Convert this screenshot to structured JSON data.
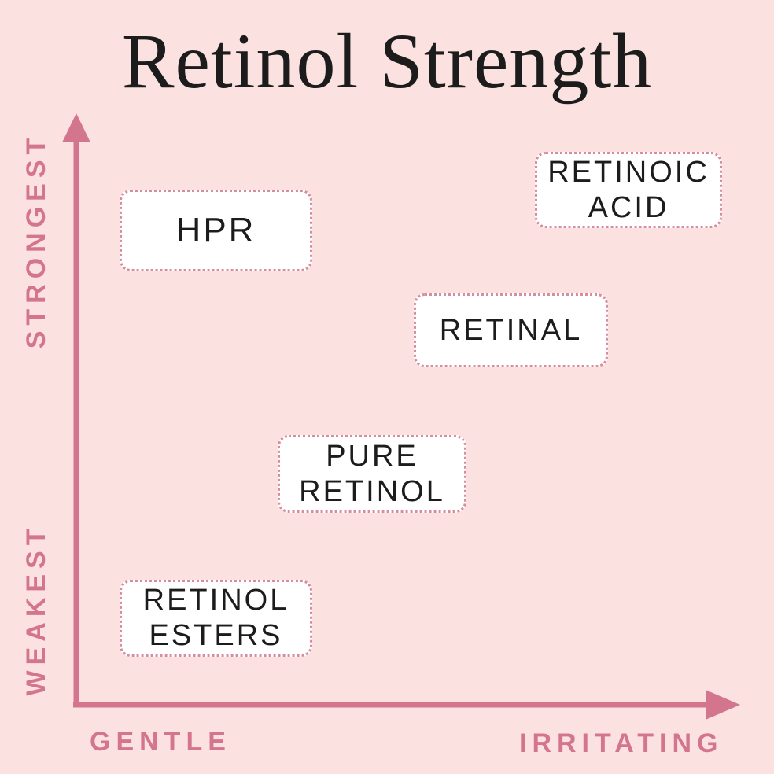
{
  "colors": {
    "background": "#fbe2e1",
    "axis_pink": "#d4758e",
    "dot_border_pink": "#d68d9e",
    "box_fill": "#ffffff",
    "text_dark": "#1c1c1c"
  },
  "chart_data": {
    "type": "scatter",
    "title": "Retinol Strength",
    "x_axis": {
      "min_label": "GENTLE",
      "max_label": "IRRITATING",
      "range": [
        0,
        1
      ]
    },
    "y_axis": {
      "min_label": "WEAKEST",
      "max_label": "STRONGEST",
      "range": [
        0,
        1
      ]
    },
    "grid": false,
    "legend": false,
    "points": [
      {
        "label": "HPR",
        "irritation": 0.21,
        "strength": 0.8
      },
      {
        "label": "RETINOIC ACID",
        "irritation": 0.83,
        "strength": 0.87
      },
      {
        "label": "RETINAL",
        "irritation": 0.66,
        "strength": 0.64
      },
      {
        "label": "PURE RETINOL",
        "irritation": 0.45,
        "strength": 0.39
      },
      {
        "label": "RETINOL ESTERS",
        "irritation": 0.21,
        "strength": 0.15
      }
    ]
  }
}
